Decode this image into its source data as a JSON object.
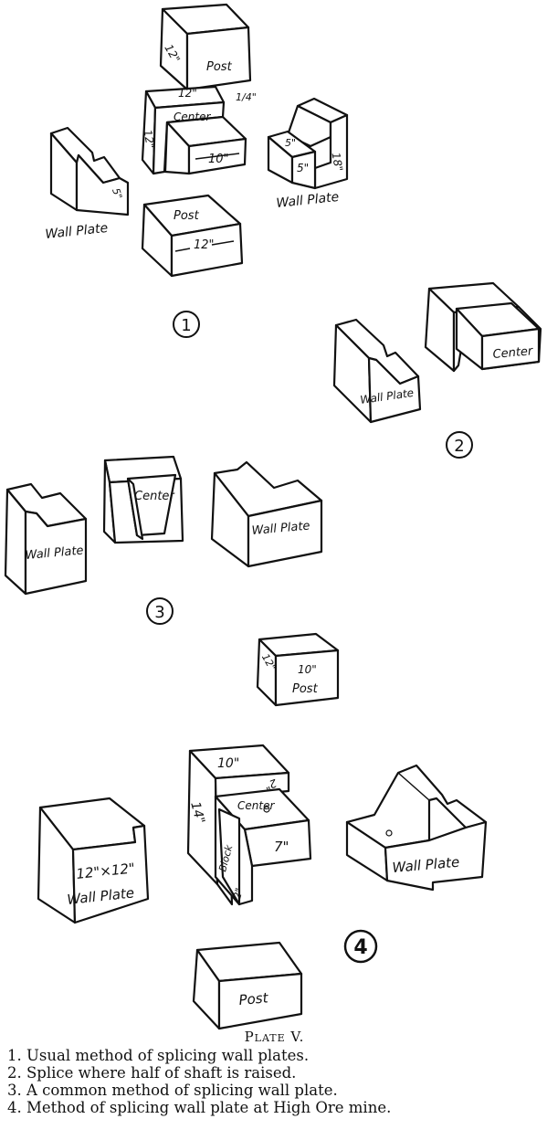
{
  "figures": {
    "fig1": {
      "number": "1",
      "post_top": {
        "label": "Post",
        "dim": "12\""
      },
      "center": {
        "label": "Center",
        "dim_width": "10\"",
        "dim_top": "12\"",
        "dim_side": "12\"",
        "dim_small": "1/4\""
      },
      "wall_plate_left": {
        "label": "Wall Plate",
        "dim": "5\""
      },
      "wall_plate_right": {
        "label": "Wall Plate",
        "dim_a": "5\"",
        "dim_b": "18\"",
        "dim_c": "5\""
      },
      "post_bottom": {
        "label": "Post",
        "dim": "12\""
      }
    },
    "fig2": {
      "number": "2",
      "wall_plate": {
        "label": "Wall Plate"
      },
      "center": {
        "label": "Center"
      }
    },
    "fig3": {
      "number": "3",
      "wall_plate_left": {
        "label": "Wall Plate"
      },
      "center": {
        "label": "Center"
      },
      "wall_plate_right": {
        "label": "Wall Plate"
      },
      "post": {
        "label": "Post",
        "dim_top": "10\"",
        "dim_side": "12\""
      }
    },
    "fig4": {
      "number": "4",
      "wall_plate_left": {
        "label": "Wall Plate",
        "dim": "12\"×12\""
      },
      "block": {
        "label": "Block",
        "dim_top": "10\"",
        "dim_side": "14\"",
        "dim_small": "2\"",
        "dim_bottom": "2\""
      },
      "center": {
        "label": "Center",
        "dim": "7\""
      },
      "wall_plate_right": {
        "label": "Wall Plate"
      },
      "post": {
        "label": "Post"
      }
    }
  },
  "caption": {
    "title": "Plate V.",
    "items": [
      "1.  Usual method of splicing wall plates.",
      "2.  Splice where half of shaft is raised.",
      "3.  A common method of splicing wall plate.",
      "4.  Method of splicing wall plate at High Ore mine."
    ]
  }
}
